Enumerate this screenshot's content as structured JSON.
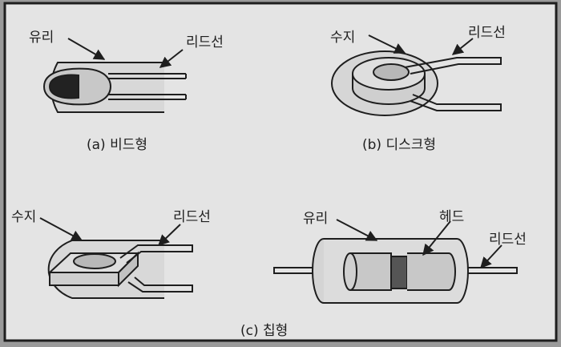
{
  "labels": {
    "a_glass": "유리",
    "a_lead": "리드선",
    "b_resin": "수지",
    "b_lead": "리드선",
    "c_resin": "수지",
    "c_lead": "리드선",
    "d_glass": "유리",
    "d_head": "헤드",
    "d_lead": "리드선"
  },
  "captions": {
    "a": "(a) 비드형",
    "b": "(b) 디스크형",
    "c": "(c) 칩형"
  },
  "colors": {
    "paper": "#e4e4e4",
    "ink": "#1e1e1e",
    "fill": "#bcbcbc",
    "dark": "#222222"
  }
}
